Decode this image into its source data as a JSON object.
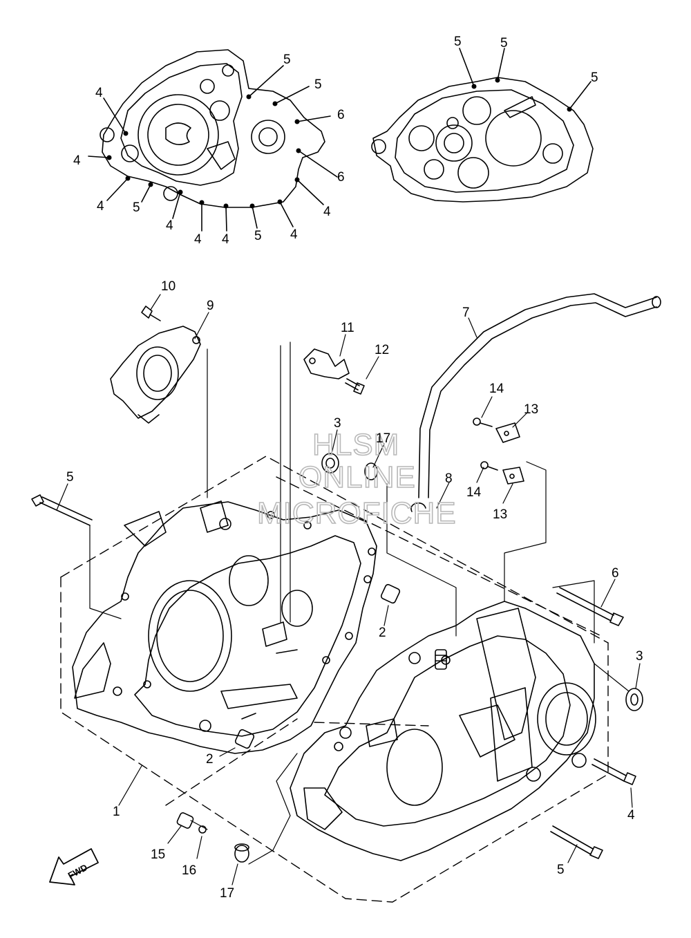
{
  "diagram": {
    "watermark": {
      "line1": "HLSM",
      "line2": "ONLINE",
      "line3": "MICROFICHE"
    },
    "direction_badge": "FWD",
    "callouts": {
      "c1": "1",
      "c2a": "2",
      "c2b": "2",
      "c3a": "3",
      "c3b": "3",
      "c4a": "4",
      "c4b": "4",
      "c4c": "4",
      "c4d": "4",
      "c4e": "4",
      "c4f": "4",
      "c4g": "4",
      "c4h": "4",
      "c4i": "4",
      "c5a": "5",
      "c5b": "5",
      "c5c": "5",
      "c5d": "5",
      "c5e": "5",
      "c5f": "5",
      "c5g": "5",
      "c5h": "5",
      "c5i": "5",
      "c6a": "6",
      "c6b": "6",
      "c6c": "6",
      "c7": "7",
      "c8": "8",
      "c9": "9",
      "c10": "10",
      "c11": "11",
      "c12": "12",
      "c13a": "13",
      "c13b": "13",
      "c14a": "14",
      "c14b": "14",
      "c15": "15",
      "c16": "16",
      "c17a": "17",
      "c17b": "17"
    }
  }
}
